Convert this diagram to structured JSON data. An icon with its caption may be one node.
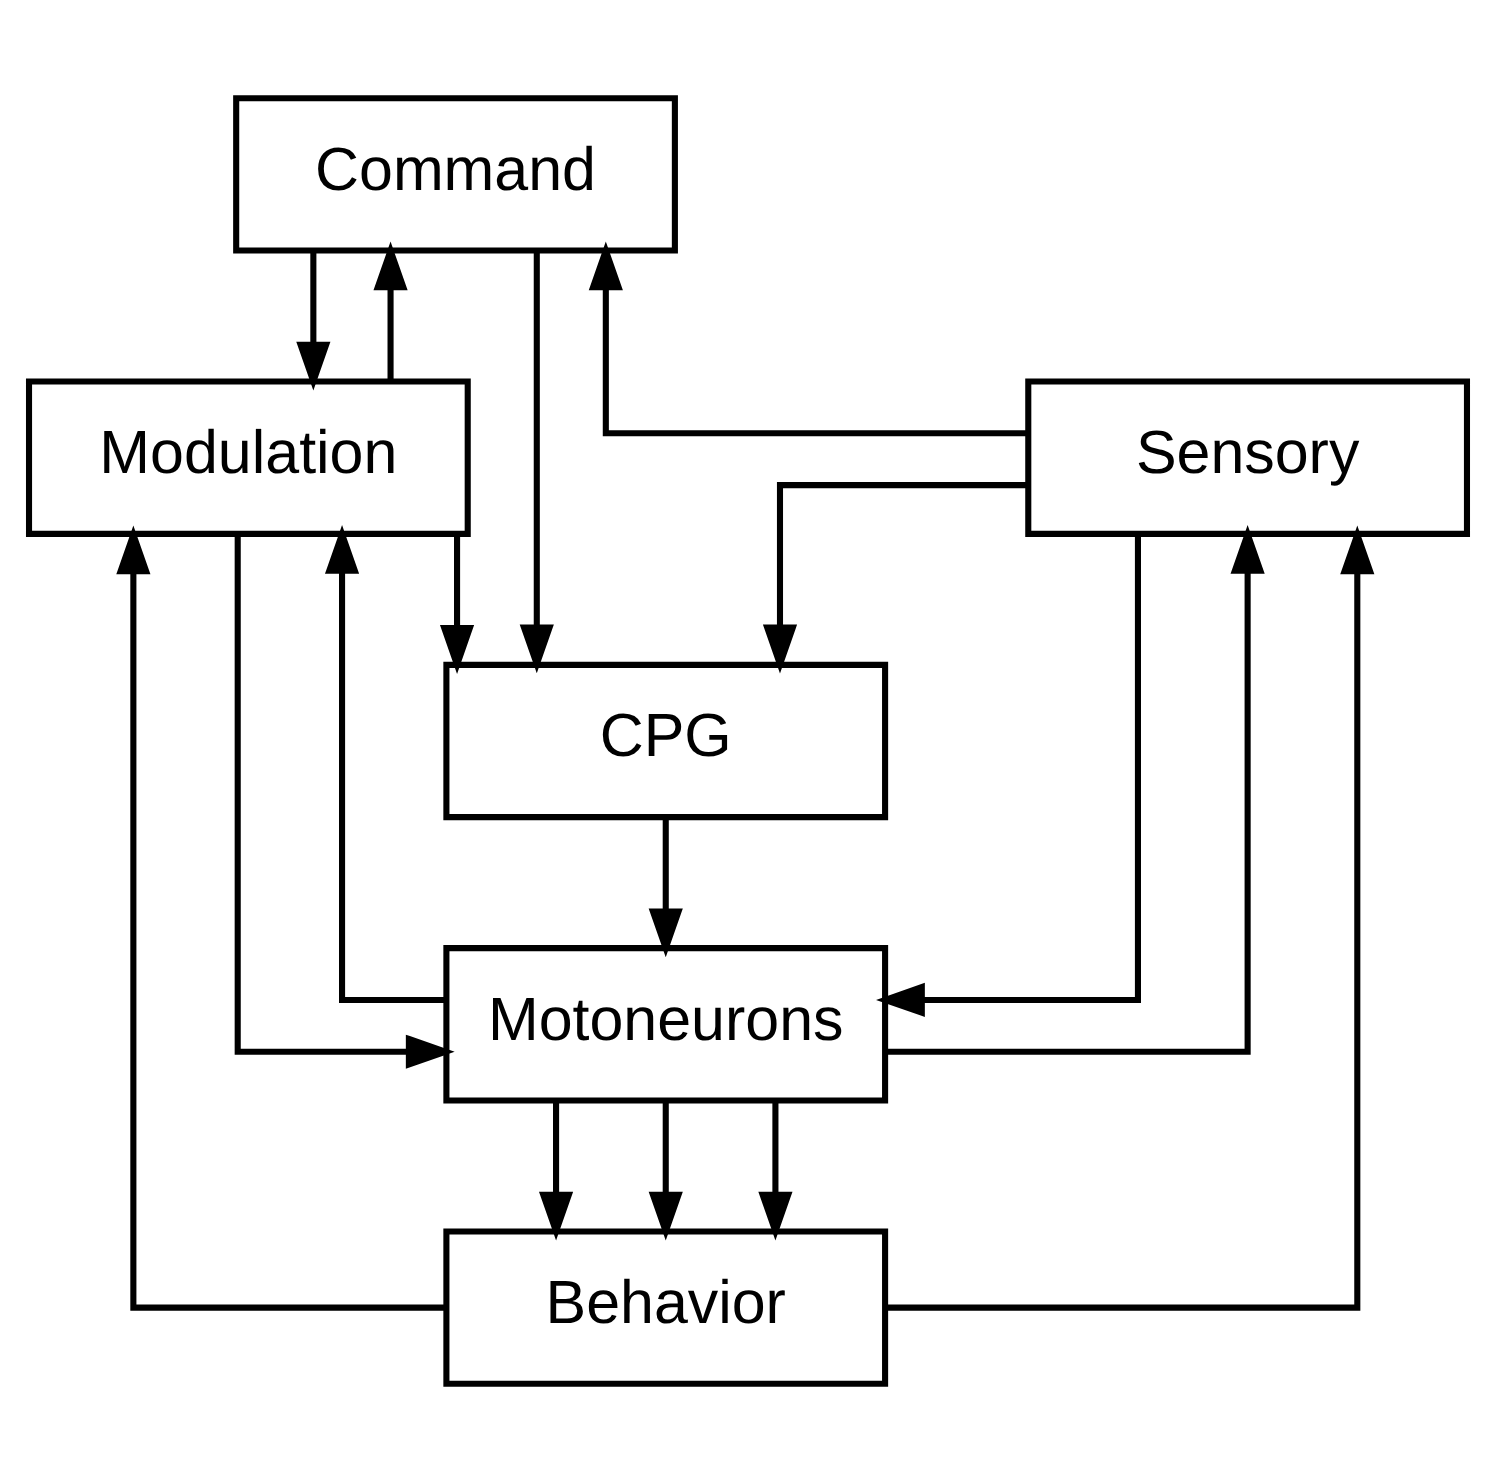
{
  "diagram": {
    "nodes": [
      {
        "text": [
          "Command"
        ]
      },
      {
        "text": [
          "Modulation"
        ]
      },
      {
        "text": [
          "Sensory"
        ]
      },
      {
        "text": [
          "CPG"
        ]
      },
      {
        "text": [
          "Motoneurons"
        ]
      },
      {
        "text": [
          "Behavior"
        ]
      }
    ],
    "edges": [
      {
        "from": 1,
        "to": 0,
        "arrow": "to"
      },
      {
        "from": 0,
        "to": 1,
        "arrow": "to"
      },
      {
        "from": 0,
        "to": 3,
        "arrow": "to"
      },
      {
        "from": 2,
        "to": 0,
        "arrow": "to"
      },
      {
        "from": 1,
        "to": 3,
        "arrow": "to"
      },
      {
        "from": 1,
        "to": 4,
        "arrow": "to"
      },
      {
        "from": 2,
        "to": 3,
        "arrow": "to"
      },
      {
        "from": 2,
        "to": 4,
        "arrow": "to"
      },
      {
        "from": 3,
        "to": 4,
        "arrow": "to"
      },
      {
        "from": 4,
        "to": 1,
        "arrow": "to"
      },
      {
        "from": 4,
        "to": 2,
        "arrow": "to"
      },
      {
        "from": 4,
        "to": 5,
        "arrow": "to"
      },
      {
        "from": 4,
        "to": 5,
        "arrow": "to"
      },
      {
        "from": 4,
        "to": 5,
        "arrow": "to"
      },
      {
        "from": 5,
        "to": 1,
        "arrow": "to"
      },
      {
        "from": 5,
        "to": 2,
        "arrow": "to"
      }
    ]
  }
}
